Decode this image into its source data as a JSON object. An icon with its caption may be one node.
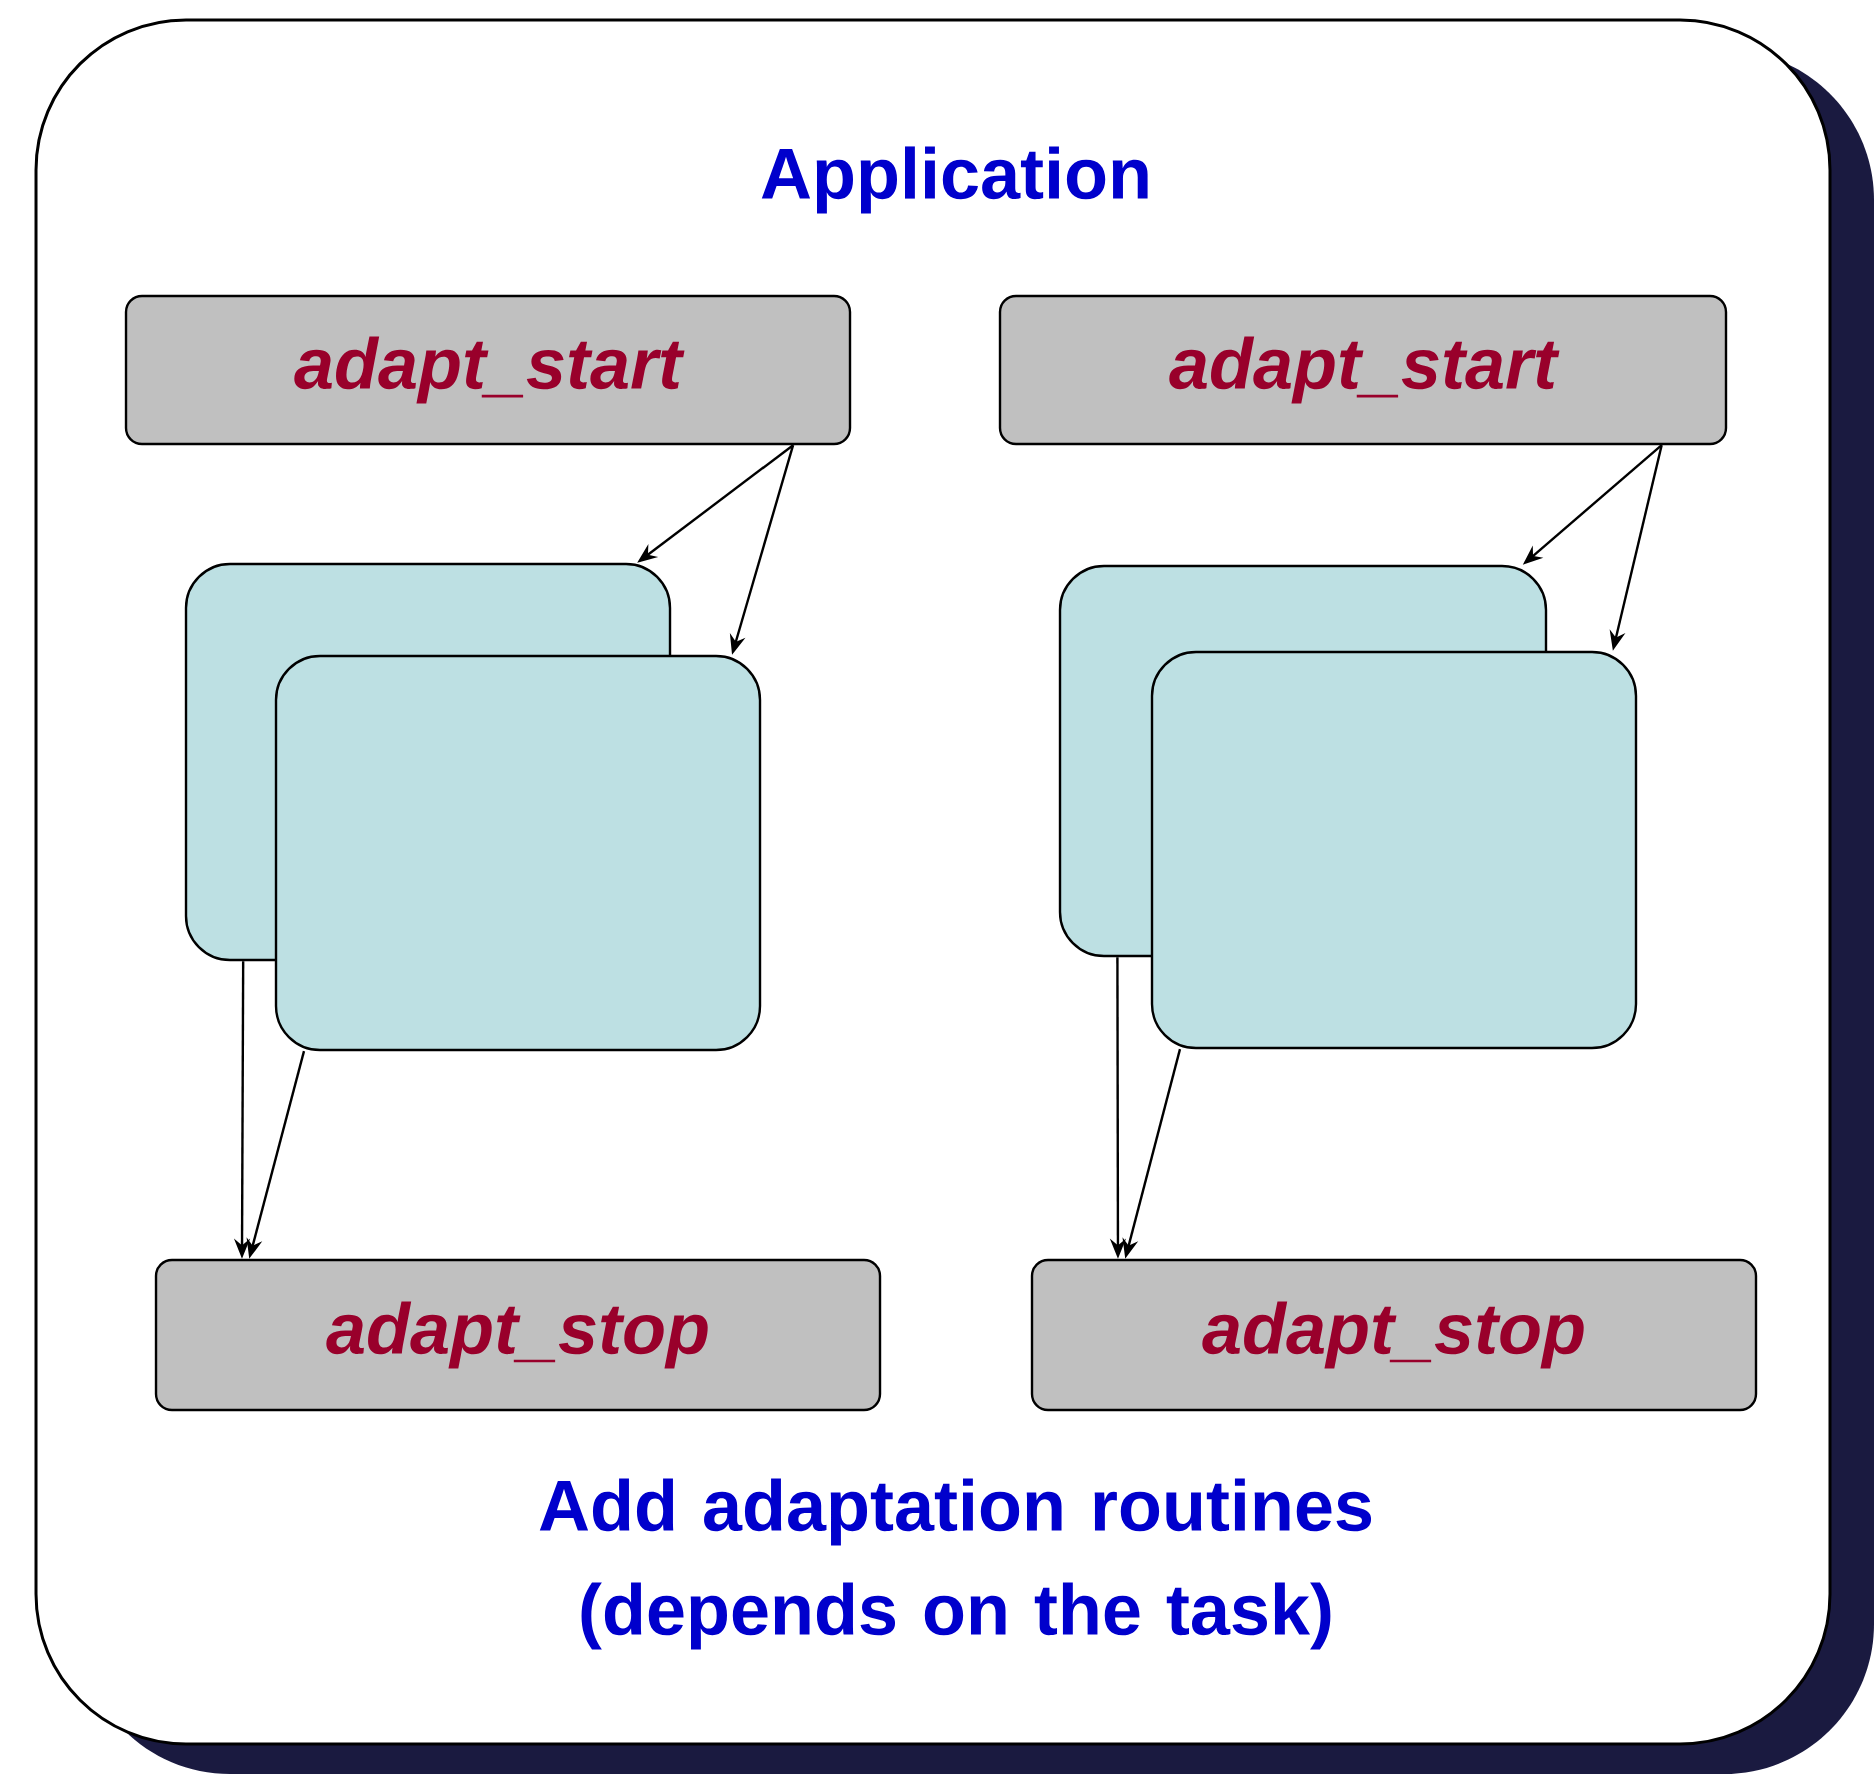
{
  "diagram": {
    "nodes": [
      {
        "text": [
          "Application",
          "Add adaptation routines (depends on the task)"
        ]
      },
      {
        "text": [
          "adapt_start"
        ],
        "in": 0
      },
      {
        "text": [],
        "shape": "box",
        "in": 0
      },
      {
        "text": [],
        "shape": "box",
        "in": 0
      },
      {
        "text": [
          "adapt_stop"
        ],
        "in": 0
      },
      {
        "text": [
          "adapt_start"
        ],
        "in": 0
      },
      {
        "text": [],
        "shape": "box",
        "in": 0
      },
      {
        "text": [],
        "shape": "box",
        "in": 0
      },
      {
        "text": [
          "adapt_stop"
        ],
        "in": 0
      }
    ],
    "edges": [
      {
        "from": 1,
        "to": 2,
        "arrow": "to"
      },
      {
        "from": 1,
        "to": 3,
        "arrow": "to"
      },
      {
        "from": 2,
        "to": 4,
        "arrow": "to"
      },
      {
        "from": 3,
        "to": 4,
        "arrow": "to"
      },
      {
        "from": 5,
        "to": 6,
        "arrow": "to"
      },
      {
        "from": 5,
        "to": 7,
        "arrow": "to"
      },
      {
        "from": 6,
        "to": 8,
        "arrow": "to"
      },
      {
        "from": 7,
        "to": 8,
        "arrow": "to"
      }
    ]
  }
}
